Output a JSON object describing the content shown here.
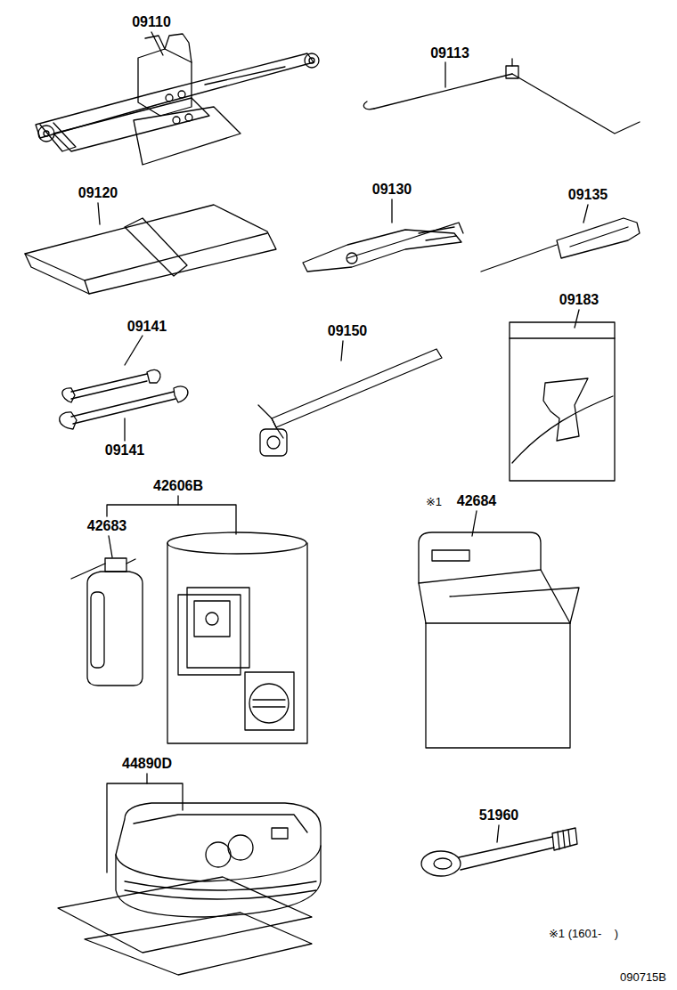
{
  "diagram": {
    "labels": [
      "09110",
      "09113",
      "09120",
      "09130",
      "09135",
      "09141",
      "09141",
      "09150",
      "09183",
      "42606B",
      "42683",
      "※1",
      "42684",
      "44890D",
      "51960",
      "※1 (1601-    )",
      "090715B"
    ]
  }
}
